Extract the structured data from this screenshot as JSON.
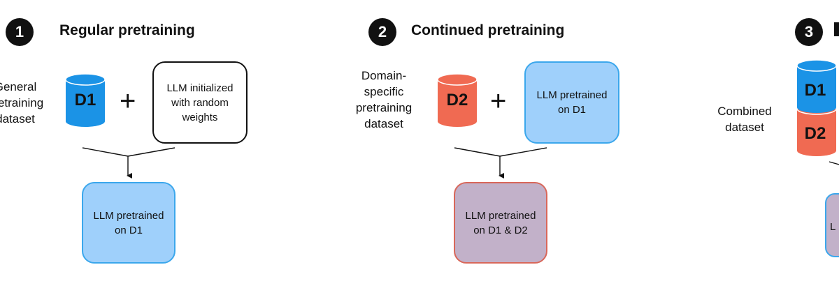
{
  "colors": {
    "d1_fill": "#1b93e6",
    "d2_fill": "#f06a52",
    "blue_box": "#9fd0fb",
    "purple_box": "#c2b1c9"
  },
  "section1": {
    "number": "1",
    "title": "Regular pretraining",
    "dataset_label": "General\npretraining\ndataset",
    "cylinder": "D1",
    "plus": "+",
    "model_box": "LLM initialized\nwith random\nweights",
    "result_box": "LLM pretrained\non D1"
  },
  "section2": {
    "number": "2",
    "title": "Continued pretraining",
    "dataset_label": "Domain-\nspecific\npretraining\ndataset",
    "cylinder": "D2",
    "plus": "+",
    "model_box": "LLM pretrained\non D1",
    "result_box": "LLM pretrained\non D1 & D2"
  },
  "section3": {
    "number": "3",
    "title": "",
    "dataset_label": "Combined\ndataset",
    "cylinder_top": "D1",
    "cylinder_bottom": "D2",
    "result_box_partial": "L"
  }
}
